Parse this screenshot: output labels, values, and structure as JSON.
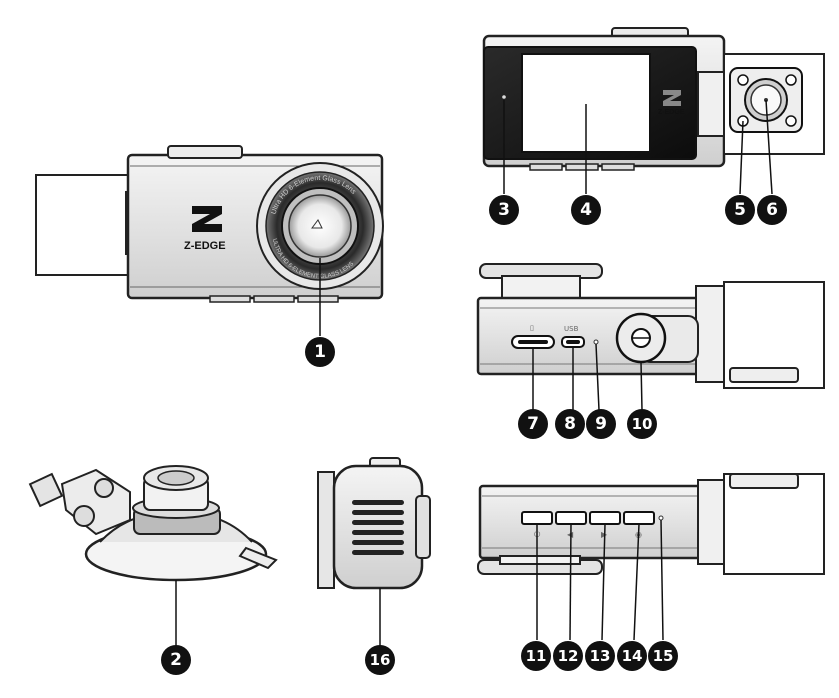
{
  "brand": {
    "name": "Z-EDGE"
  },
  "lens_ring_text": {
    "top": "Ultra HD 6-Element Glass Lens",
    "bottom": "ULTRA HD 6-ELEMENT GLASS LENS"
  },
  "ports": {
    "usb_label": "USB"
  },
  "callouts": [
    "1",
    "2",
    "3",
    "4",
    "5",
    "6",
    "7",
    "8",
    "9",
    "10",
    "11",
    "12",
    "13",
    "14",
    "15",
    "16"
  ]
}
